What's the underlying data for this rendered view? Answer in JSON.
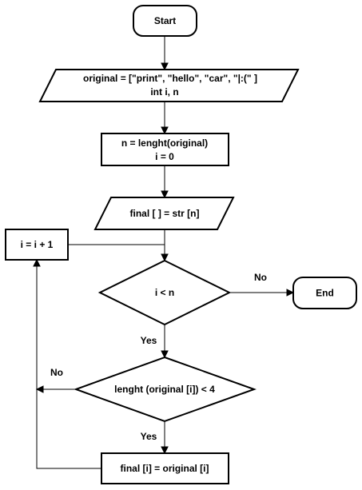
{
  "nodes": {
    "start": {
      "label": "Start"
    },
    "input": {
      "line1": "original = [\"print\", \"hello\", \"car\", \"|:(\" ]",
      "line2": "int i, n"
    },
    "assign": {
      "line1": "n = lenght(original)",
      "line2": "i = 0"
    },
    "final_decl": {
      "label": "final [ ] = str [n]"
    },
    "increment": {
      "label": "i = i + 1"
    },
    "cond_loop": {
      "label": "i < n"
    },
    "end": {
      "label": "End"
    },
    "cond_len": {
      "label": "lenght (original [i]) < 4"
    },
    "copy": {
      "label": "final [i] = original [i]"
    }
  },
  "edges": {
    "loop_no": "No",
    "loop_yes": "Yes",
    "len_no": "No",
    "len_yes": "Yes"
  }
}
